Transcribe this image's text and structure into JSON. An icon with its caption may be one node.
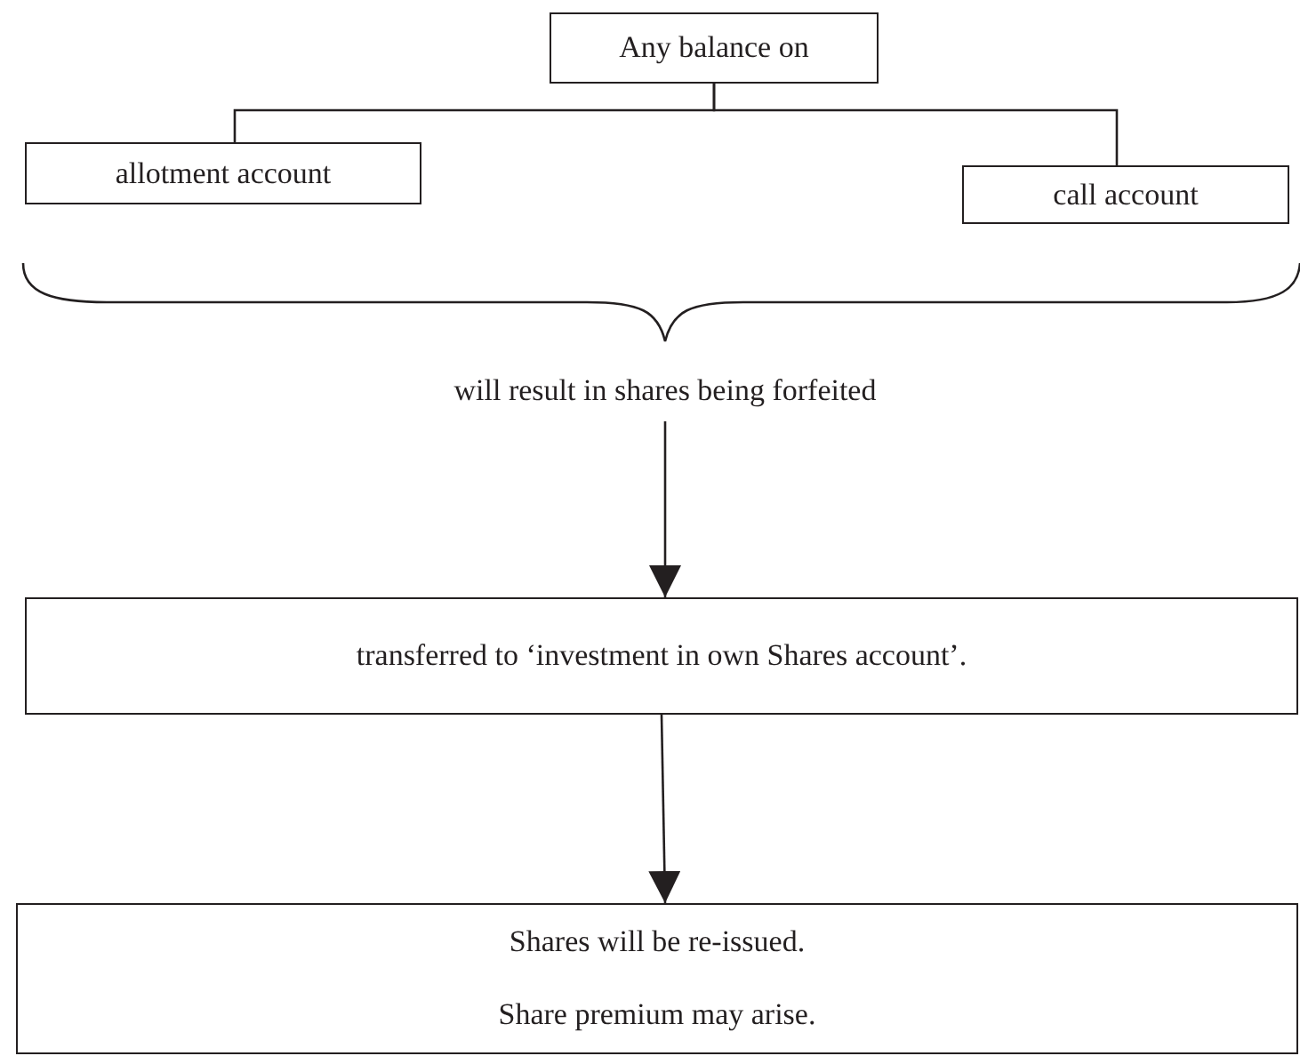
{
  "diagram": {
    "nodes": [
      {
        "text": [
          "Any balance on"
        ]
      },
      {
        "text": [
          "allotment account"
        ]
      },
      {
        "text": [
          "call account"
        ]
      },
      {
        "text": [
          "will result in shares being forfeited"
        ]
      },
      {
        "text": [
          "transferred to ‘investment in own Shares account’."
        ]
      },
      {
        "text": [
          "Shares will be re-issued.",
          "Share premium may arise."
        ]
      }
    ],
    "edges": [
      {
        "from": 0,
        "to": 1,
        "arrow": "none"
      },
      {
        "from": 0,
        "to": 2,
        "arrow": "none"
      },
      {
        "from": 3,
        "to": 4,
        "arrow": "to"
      },
      {
        "from": 4,
        "to": 5,
        "arrow": "to"
      }
    ]
  }
}
